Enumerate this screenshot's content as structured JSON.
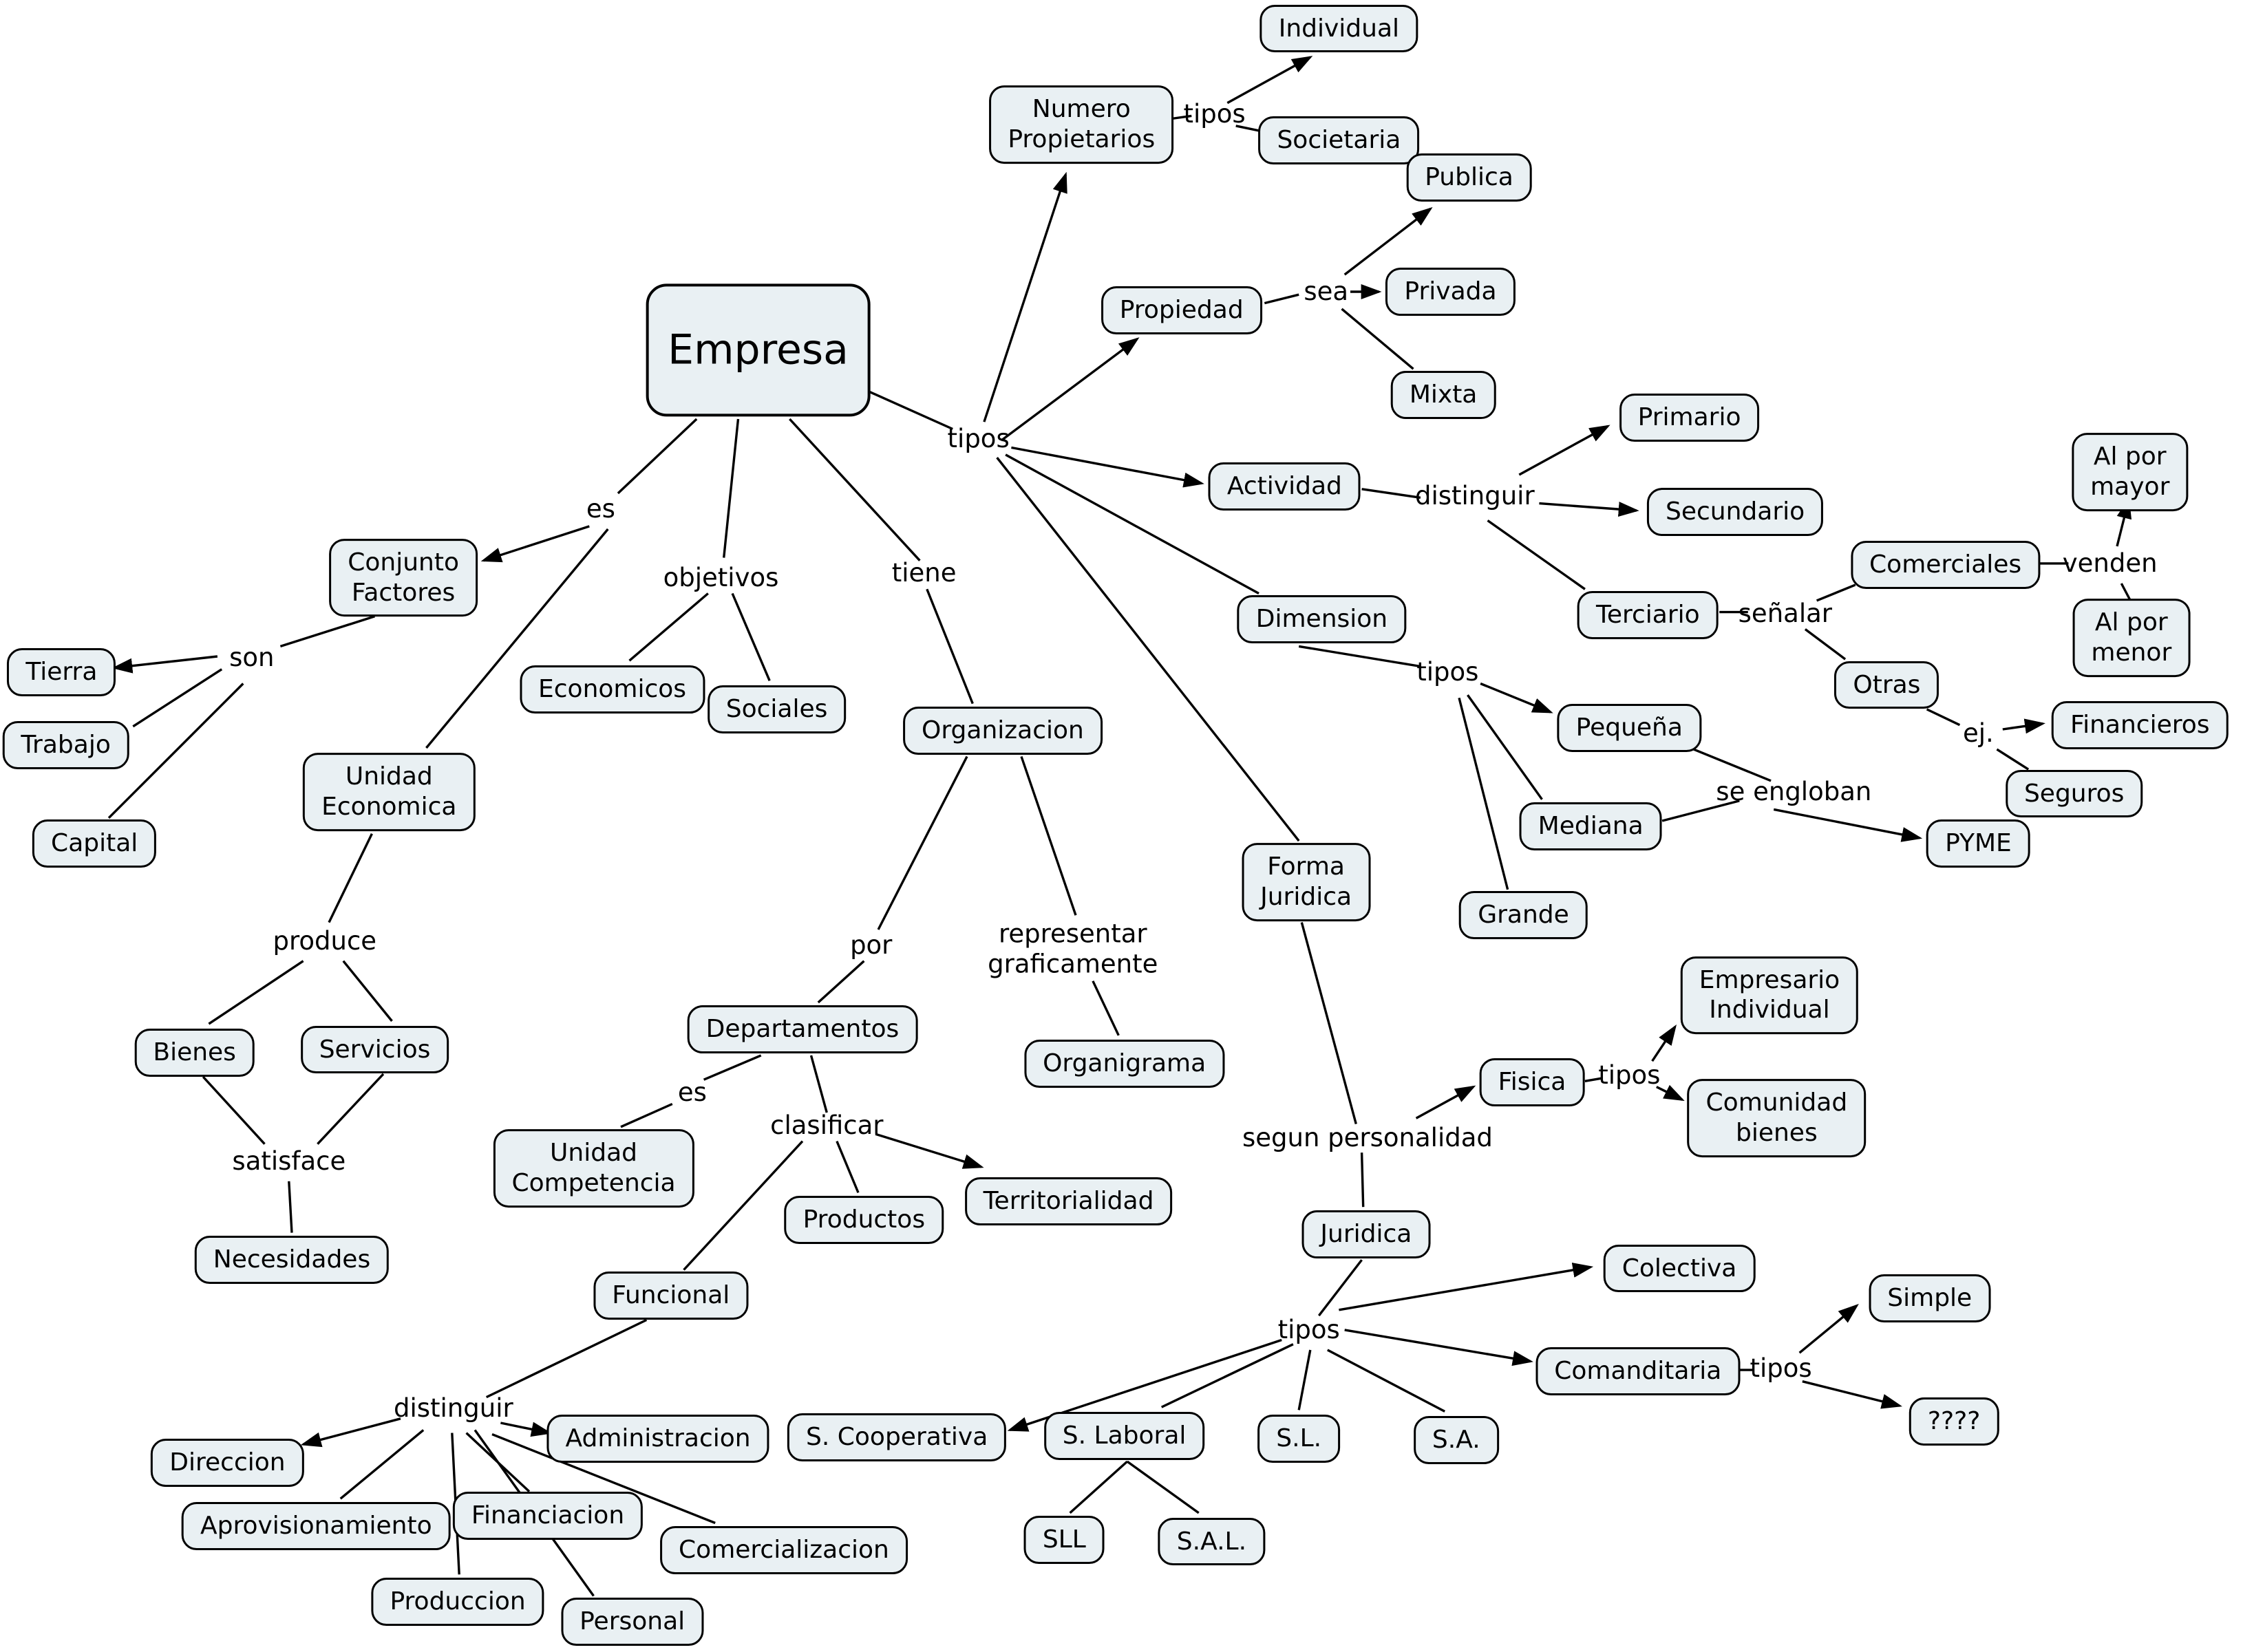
{
  "style": {
    "background": "#ffffff",
    "node_fill": "#e9f0f3",
    "node_border": "#000000",
    "line_color": "#000000",
    "text_color": "#000000"
  },
  "nodes": [
    {
      "id": "empresa",
      "label": "Empresa"
    },
    {
      "id": "numero_propietarios",
      "label": "Numero\nPropietarios"
    },
    {
      "id": "individual",
      "label": "Individual"
    },
    {
      "id": "societaria",
      "label": "Societaria"
    },
    {
      "id": "publica",
      "label": "Publica"
    },
    {
      "id": "propiedad",
      "label": "Propiedad"
    },
    {
      "id": "privada",
      "label": "Privada"
    },
    {
      "id": "mixta",
      "label": "Mixta"
    },
    {
      "id": "actividad",
      "label": "Actividad"
    },
    {
      "id": "primario",
      "label": "Primario"
    },
    {
      "id": "secundario",
      "label": "Secundario"
    },
    {
      "id": "terciario",
      "label": "Terciario"
    },
    {
      "id": "comerciales",
      "label": "Comerciales"
    },
    {
      "id": "al_por_mayor",
      "label": "Al por mayor"
    },
    {
      "id": "al_por_menor",
      "label": "Al por menor"
    },
    {
      "id": "otras",
      "label": "Otras"
    },
    {
      "id": "financieros",
      "label": "Financieros"
    },
    {
      "id": "seguros",
      "label": "Seguros"
    },
    {
      "id": "pyme",
      "label": "PYME"
    },
    {
      "id": "dimension",
      "label": "Dimension"
    },
    {
      "id": "pequena",
      "label": "Pequeña"
    },
    {
      "id": "mediana",
      "label": "Mediana"
    },
    {
      "id": "grande",
      "label": "Grande"
    },
    {
      "id": "conjunto_factores",
      "label": "Conjunto\nFactores"
    },
    {
      "id": "tierra",
      "label": "Tierra"
    },
    {
      "id": "trabajo",
      "label": "Trabajo"
    },
    {
      "id": "capital",
      "label": "Capital"
    },
    {
      "id": "unidad_economica",
      "label": "Unidad\nEconomica"
    },
    {
      "id": "economicos",
      "label": "Economicos"
    },
    {
      "id": "sociales",
      "label": "Sociales"
    },
    {
      "id": "organizacion",
      "label": "Organizacion"
    },
    {
      "id": "bienes",
      "label": "Bienes"
    },
    {
      "id": "servicios",
      "label": "Servicios"
    },
    {
      "id": "necesidades",
      "label": "Necesidades"
    },
    {
      "id": "departamentos",
      "label": "Departamentos"
    },
    {
      "id": "unidad_competencia",
      "label": "Unidad\nCompetencia"
    },
    {
      "id": "productos",
      "label": "Productos"
    },
    {
      "id": "territorialidad",
      "label": "Territorialidad"
    },
    {
      "id": "funcional",
      "label": "Funcional"
    },
    {
      "id": "organigrama",
      "label": "Organigrama"
    },
    {
      "id": "forma_juridica",
      "label": "Forma\nJuridica"
    },
    {
      "id": "fisica",
      "label": "Fisica"
    },
    {
      "id": "empresario_individual",
      "label": "Empresario\nIndividual"
    },
    {
      "id": "comunidad_bienes",
      "label": "Comunidad\nbienes"
    },
    {
      "id": "juridica",
      "label": "Juridica"
    },
    {
      "id": "colectiva",
      "label": "Colectiva"
    },
    {
      "id": "comanditaria",
      "label": "Comanditaria"
    },
    {
      "id": "simple",
      "label": "Simple"
    },
    {
      "id": "interrogantes",
      "label": "????"
    },
    {
      "id": "sl",
      "label": "S.L."
    },
    {
      "id": "sa",
      "label": "S.A."
    },
    {
      "id": "s_cooperativa",
      "label": "S. Cooperativa"
    },
    {
      "id": "s_laboral",
      "label": "S. Laboral"
    },
    {
      "id": "sll",
      "label": "SLL"
    },
    {
      "id": "sal",
      "label": "S.A.L."
    },
    {
      "id": "direccion",
      "label": "Direccion"
    },
    {
      "id": "aprovisionamiento",
      "label": "Aprovisionamiento"
    },
    {
      "id": "financiacion",
      "label": "Financiacion"
    },
    {
      "id": "produccion",
      "label": "Produccion"
    },
    {
      "id": "personal",
      "label": "Personal"
    },
    {
      "id": "comercializacion",
      "label": "Comercializacion"
    },
    {
      "id": "administracion",
      "label": "Administracion"
    }
  ],
  "link_labels": [
    {
      "id": "tipos_main",
      "text": "tipos"
    },
    {
      "id": "es_main",
      "text": "es"
    },
    {
      "id": "objetivos",
      "text": "objetivos"
    },
    {
      "id": "tiene",
      "text": "tiene"
    },
    {
      "id": "son",
      "text": "son"
    },
    {
      "id": "produce",
      "text": "produce"
    },
    {
      "id": "satisface",
      "text": "satisface"
    },
    {
      "id": "por",
      "text": "por"
    },
    {
      "id": "representar",
      "text": "representar\ngraficamente"
    },
    {
      "id": "es_dept",
      "text": "es"
    },
    {
      "id": "clasificar",
      "text": "clasificar"
    },
    {
      "id": "distinguir_func",
      "text": "distinguir"
    },
    {
      "id": "tipos_np",
      "text": "tipos"
    },
    {
      "id": "sea",
      "text": "sea"
    },
    {
      "id": "distinguir_act",
      "text": "distinguir"
    },
    {
      "id": "senalar",
      "text": "señalar"
    },
    {
      "id": "venden",
      "text": "venden"
    },
    {
      "id": "ej",
      "text": "ej."
    },
    {
      "id": "se_engloban",
      "text": "se engloban"
    },
    {
      "id": "tipos_dim",
      "text": "tipos"
    },
    {
      "id": "segun_personalidad",
      "text": "segun personalidad"
    },
    {
      "id": "tipos_fis",
      "text": "tipos"
    },
    {
      "id": "tipos_jur",
      "text": "tipos"
    },
    {
      "id": "tipos_com",
      "text": "tipos"
    }
  ]
}
